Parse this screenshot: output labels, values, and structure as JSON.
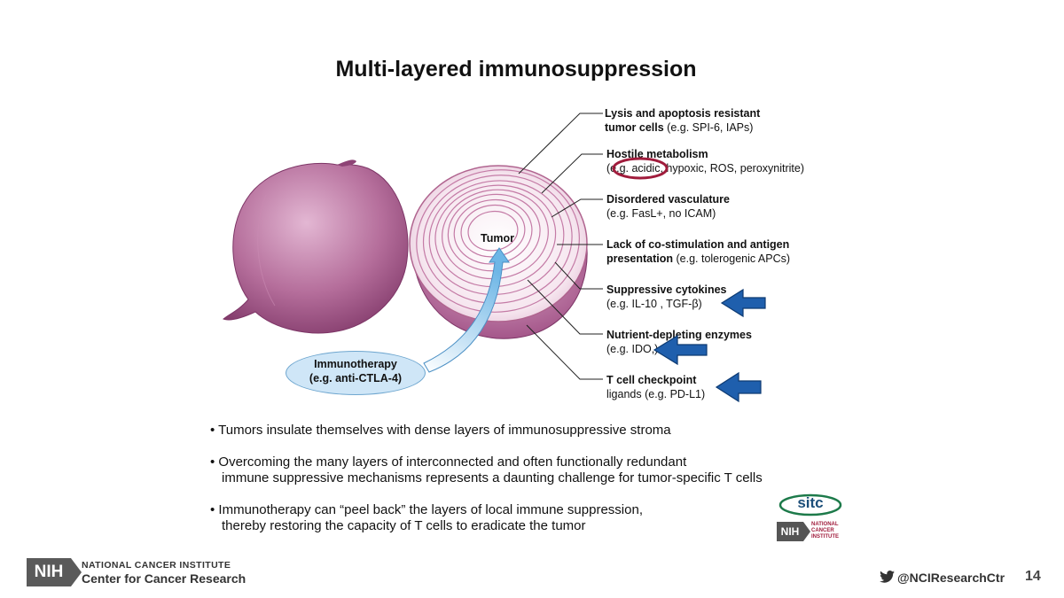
{
  "slide": {
    "title": "Multi-layered immunosuppression",
    "page_number": "14"
  },
  "diagram": {
    "center_label": "Tumor",
    "ellipse_label_line1": "Immunotherapy",
    "ellipse_label_line2": "(e.g. anti-CTLA-4)",
    "layers": [
      {
        "bold1": "Lysis and apoptosis resistant",
        "bold2": "tumor cells",
        "rest2": " (e.g. SPI-6, IAPs)"
      },
      {
        "bold1": "Hostile metabolism",
        "rest2": "(e.g. acidic, hypoxic, ROS, peroxynitrite)"
      },
      {
        "bold1": "Disordered vasculature",
        "rest2": "(e.g. FasL+, no ICAM)"
      },
      {
        "bold1": "Lack of co-stimulation and antigen",
        "bold2": "presentation",
        "rest2": " (e.g. tolerogenic APCs)"
      },
      {
        "bold1": "Suppressive cytokines",
        "rest2": "(e.g. IL-10 , TGF-β)"
      },
      {
        "bold1": "Nutrient-depleting enzymes",
        "rest2": "(e.g. IDO,)"
      },
      {
        "bold1": "T cell checkpoint",
        "rest2": "ligands (e.g. PD-L1)"
      }
    ],
    "colors": {
      "onion": "#a8568c",
      "rings": "#b0648f",
      "arrow": "#1f5fad",
      "highlight": "#a01c3c",
      "ellipse": "#cfe6f7"
    }
  },
  "bullets": [
    {
      "line1": "• Tumors insulate themselves with dense layers of immunosuppressive stroma"
    },
    {
      "line1": "• Overcoming the many layers of interconnected and often functionally redundant",
      "line2": "immune suppressive mechanisms represents a daunting challenge for tumor-specific T cells"
    },
    {
      "line1": "• Immunotherapy can “peel back” the layers of local immune suppression,",
      "line2": "thereby restoring the capacity of T cells to eradicate the tumor"
    }
  ],
  "logos": {
    "sitc": "sitc",
    "nih_small": "NIH",
    "nci_small_l1": "NATIONAL",
    "nci_small_l2": "CANCER",
    "nci_small_l3": "INSTITUTE",
    "nih_footer": "NIH"
  },
  "footer": {
    "institute": "NATIONAL CANCER INSTITUTE",
    "center": "Center for Cancer Research",
    "twitter_handle": "@NCIResearchCtr",
    "twitter_icon": "twitter-bird-icon"
  }
}
